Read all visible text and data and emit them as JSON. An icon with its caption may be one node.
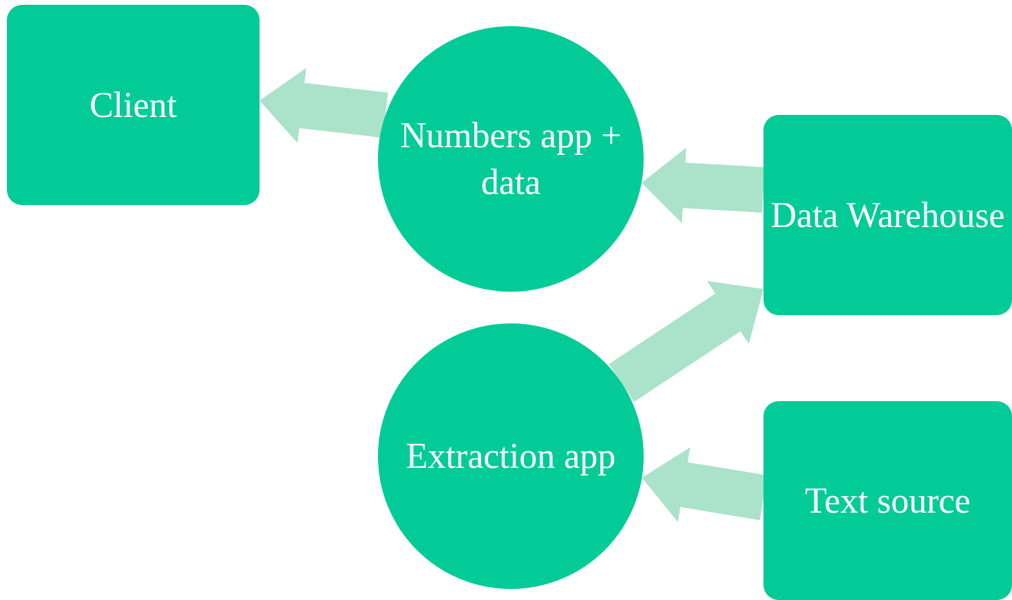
{
  "diagram": {
    "nodes": [
      {
        "text": [
          "Client"
        ]
      },
      {
        "text": [
          "Numbers app + data"
        ]
      },
      {
        "text": [
          "Data Warehouse"
        ]
      },
      {
        "text": [
          "Extraction app"
        ]
      },
      {
        "text": [
          "Text source"
        ]
      }
    ],
    "edges": [
      {
        "from": 1,
        "to": 0,
        "arrow": "to"
      },
      {
        "from": 2,
        "to": 1,
        "arrow": "to"
      },
      {
        "from": 3,
        "to": 2,
        "arrow": "to"
      },
      {
        "from": 4,
        "to": 3,
        "arrow": "to"
      }
    ]
  }
}
